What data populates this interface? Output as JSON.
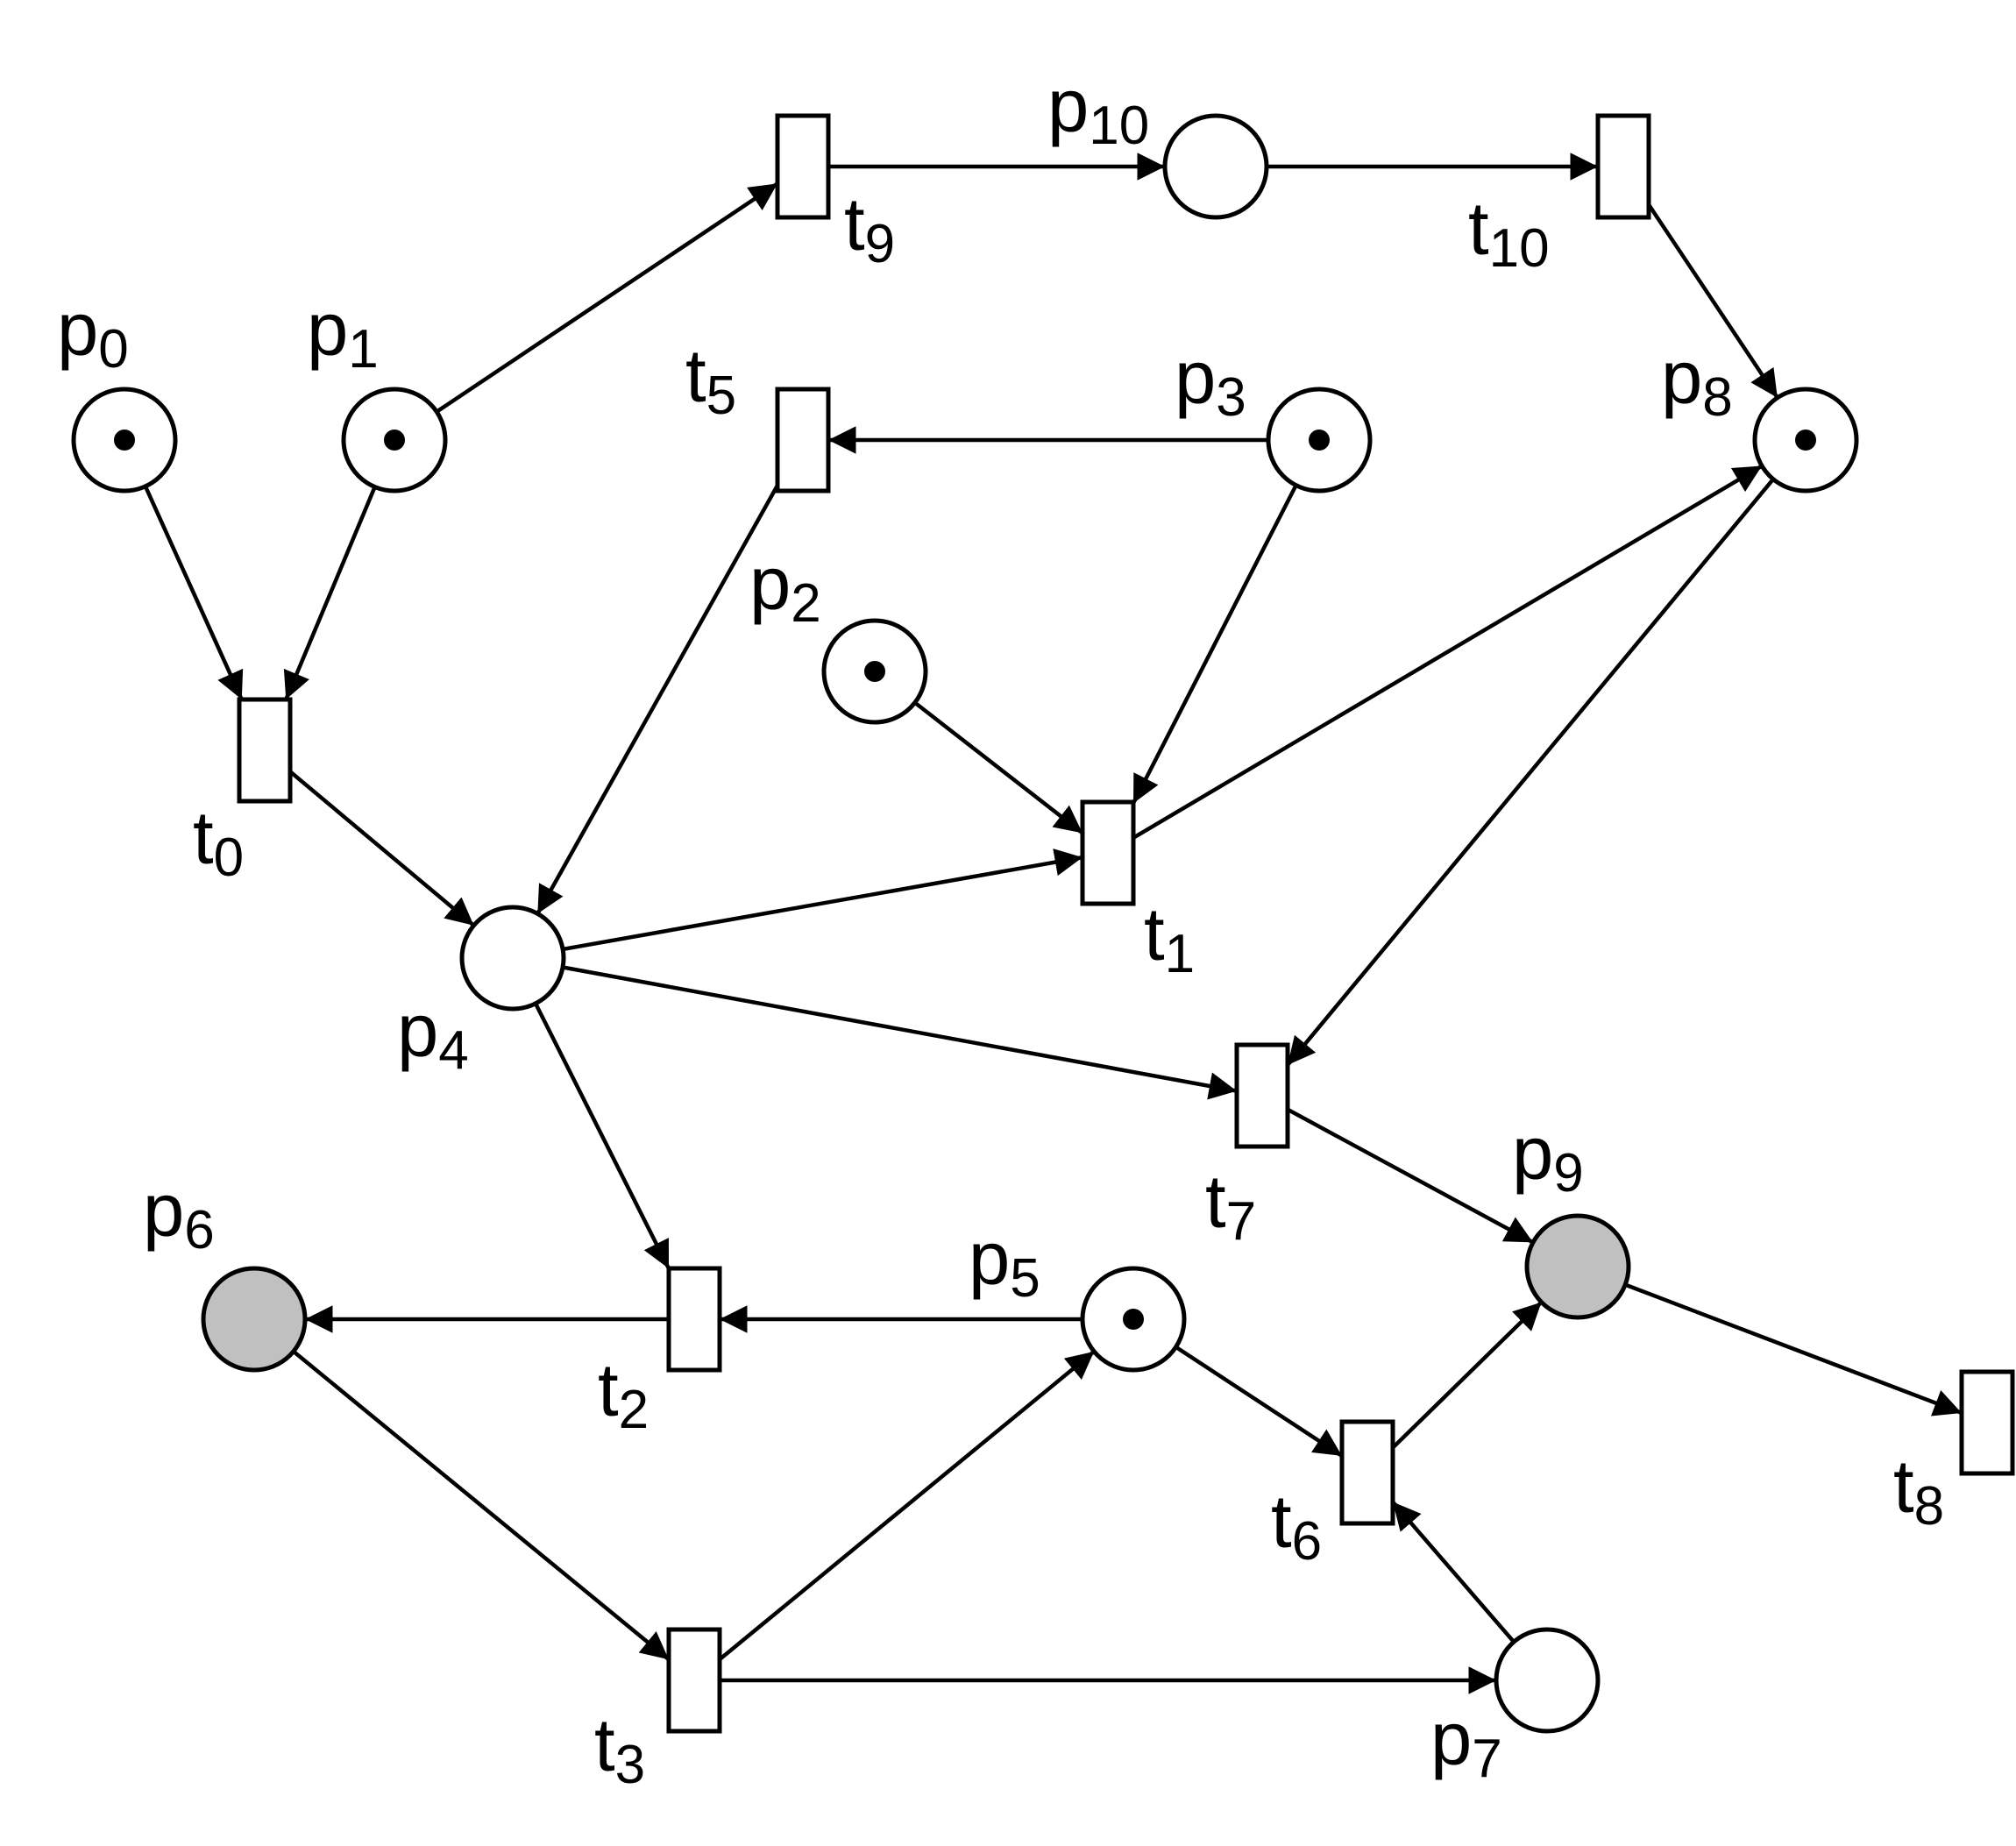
{
  "diagram": {
    "colors": {
      "stroke": "#000000",
      "place_fill": "#ffffff",
      "highlight_fill": "#c0c0c0",
      "token": "#000000"
    },
    "places": [
      {
        "id": "p0",
        "label": "p",
        "sub": "0",
        "tokens": 1,
        "highlighted": false
      },
      {
        "id": "p1",
        "label": "p",
        "sub": "1",
        "tokens": 1,
        "highlighted": false
      },
      {
        "id": "p2",
        "label": "p",
        "sub": "2",
        "tokens": 1,
        "highlighted": false
      },
      {
        "id": "p3",
        "label": "p",
        "sub": "3",
        "tokens": 1,
        "highlighted": false
      },
      {
        "id": "p4",
        "label": "p",
        "sub": "4",
        "tokens": 0,
        "highlighted": false
      },
      {
        "id": "p5",
        "label": "p",
        "sub": "5",
        "tokens": 1,
        "highlighted": false
      },
      {
        "id": "p6",
        "label": "p",
        "sub": "6",
        "tokens": 0,
        "highlighted": true
      },
      {
        "id": "p7",
        "label": "p",
        "sub": "7",
        "tokens": 0,
        "highlighted": false
      },
      {
        "id": "p8",
        "label": "p",
        "sub": "8",
        "tokens": 1,
        "highlighted": false
      },
      {
        "id": "p9",
        "label": "p",
        "sub": "9",
        "tokens": 0,
        "highlighted": true
      },
      {
        "id": "p10",
        "label": "p",
        "sub": "10",
        "tokens": 0,
        "highlighted": false
      }
    ],
    "transitions": [
      {
        "id": "t0",
        "label": "t",
        "sub": "0"
      },
      {
        "id": "t1",
        "label": "t",
        "sub": "1"
      },
      {
        "id": "t2",
        "label": "t",
        "sub": "2"
      },
      {
        "id": "t3",
        "label": "t",
        "sub": "3"
      },
      {
        "id": "t5",
        "label": "t",
        "sub": "5"
      },
      {
        "id": "t6",
        "label": "t",
        "sub": "6"
      },
      {
        "id": "t7",
        "label": "t",
        "sub": "7"
      },
      {
        "id": "t8",
        "label": "t",
        "sub": "8"
      },
      {
        "id": "t9",
        "label": "t",
        "sub": "9"
      },
      {
        "id": "t10",
        "label": "t",
        "sub": "10"
      }
    ],
    "arcs": [
      {
        "from": "p0",
        "to": "t0"
      },
      {
        "from": "p1",
        "to": "t0"
      },
      {
        "from": "p1",
        "to": "t9"
      },
      {
        "from": "t9",
        "to": "p10"
      },
      {
        "from": "p10",
        "to": "t10"
      },
      {
        "from": "t10",
        "to": "p8"
      },
      {
        "from": "p3",
        "to": "t5"
      },
      {
        "from": "p3",
        "to": "t1"
      },
      {
        "from": "t5",
        "to": "p4"
      },
      {
        "from": "t0",
        "to": "p4"
      },
      {
        "from": "p2",
        "to": "t1"
      },
      {
        "from": "p4",
        "to": "t1"
      },
      {
        "from": "t1",
        "to": "p8"
      },
      {
        "from": "p8",
        "to": "t7"
      },
      {
        "from": "p4",
        "to": "t7"
      },
      {
        "from": "p4",
        "to": "t2"
      },
      {
        "from": "t7",
        "to": "p9"
      },
      {
        "from": "p5",
        "to": "t2"
      },
      {
        "from": "t2",
        "to": "p6"
      },
      {
        "from": "p6",
        "to": "t3"
      },
      {
        "from": "t3",
        "to": "p5"
      },
      {
        "from": "t3",
        "to": "p7"
      },
      {
        "from": "p5",
        "to": "t6"
      },
      {
        "from": "p7",
        "to": "t6"
      },
      {
        "from": "t6",
        "to": "p9"
      },
      {
        "from": "p9",
        "to": "t8"
      }
    ]
  }
}
